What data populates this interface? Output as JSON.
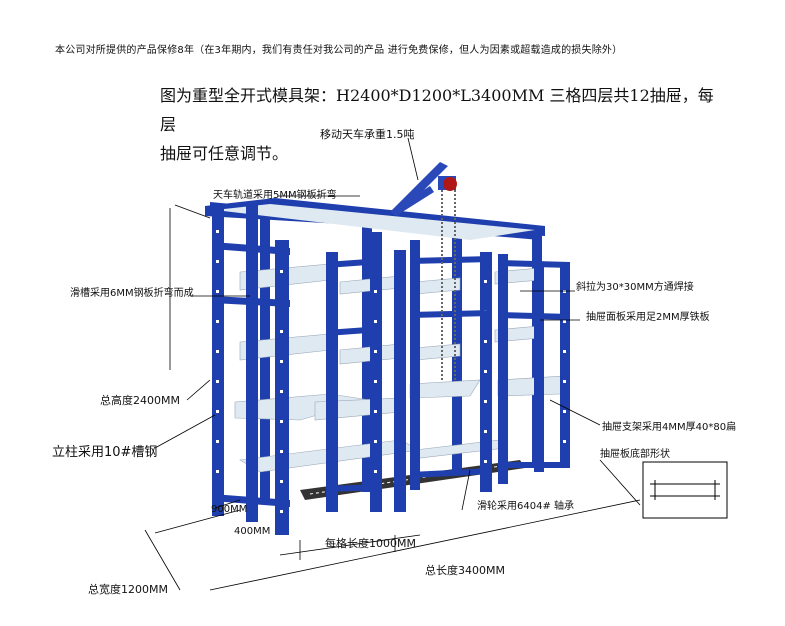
{
  "warranty_note": "本公司对所提供的产品保修8年（在3年期内，我们有责任对我公司的产品 进行免费保修，但人为因素或超载造成的损失除外）",
  "title_line1": "图为重型全开式模具架：H2400*D1200*L3400MM 三格四层共12抽屉，每层",
  "title_line2": "抽屉可任意调节。",
  "labels": {
    "crane": "移动天车承重1.5吨",
    "rail": "天车轨道采用5MM钢板折弯",
    "slide": "滑槽采用6MM钢板折弯而成",
    "height": "总高度2400MM",
    "column": "立柱采用10#槽钢",
    "d900": "900MM",
    "d400": "400MM",
    "cell_len": "每格长度1000MM",
    "total_width": "总宽度1200MM",
    "total_len": "总长度3400MM",
    "wheel": "滑轮采用6404#  轴承",
    "brace": "斜拉为30*30MM方通焊接",
    "drawer_plate": "抽屉面板采用足2MM厚铁板",
    "drawer_support": "抽屉支架采用4MM厚40*80扁",
    "drawer_bottom": "抽屉板底部形状"
  },
  "colors": {
    "frame": "#1f3fae",
    "frame_dark": "#15297a",
    "panel": "#dfe9f2",
    "crane": "#2a48b8",
    "hook": "#b01818"
  }
}
